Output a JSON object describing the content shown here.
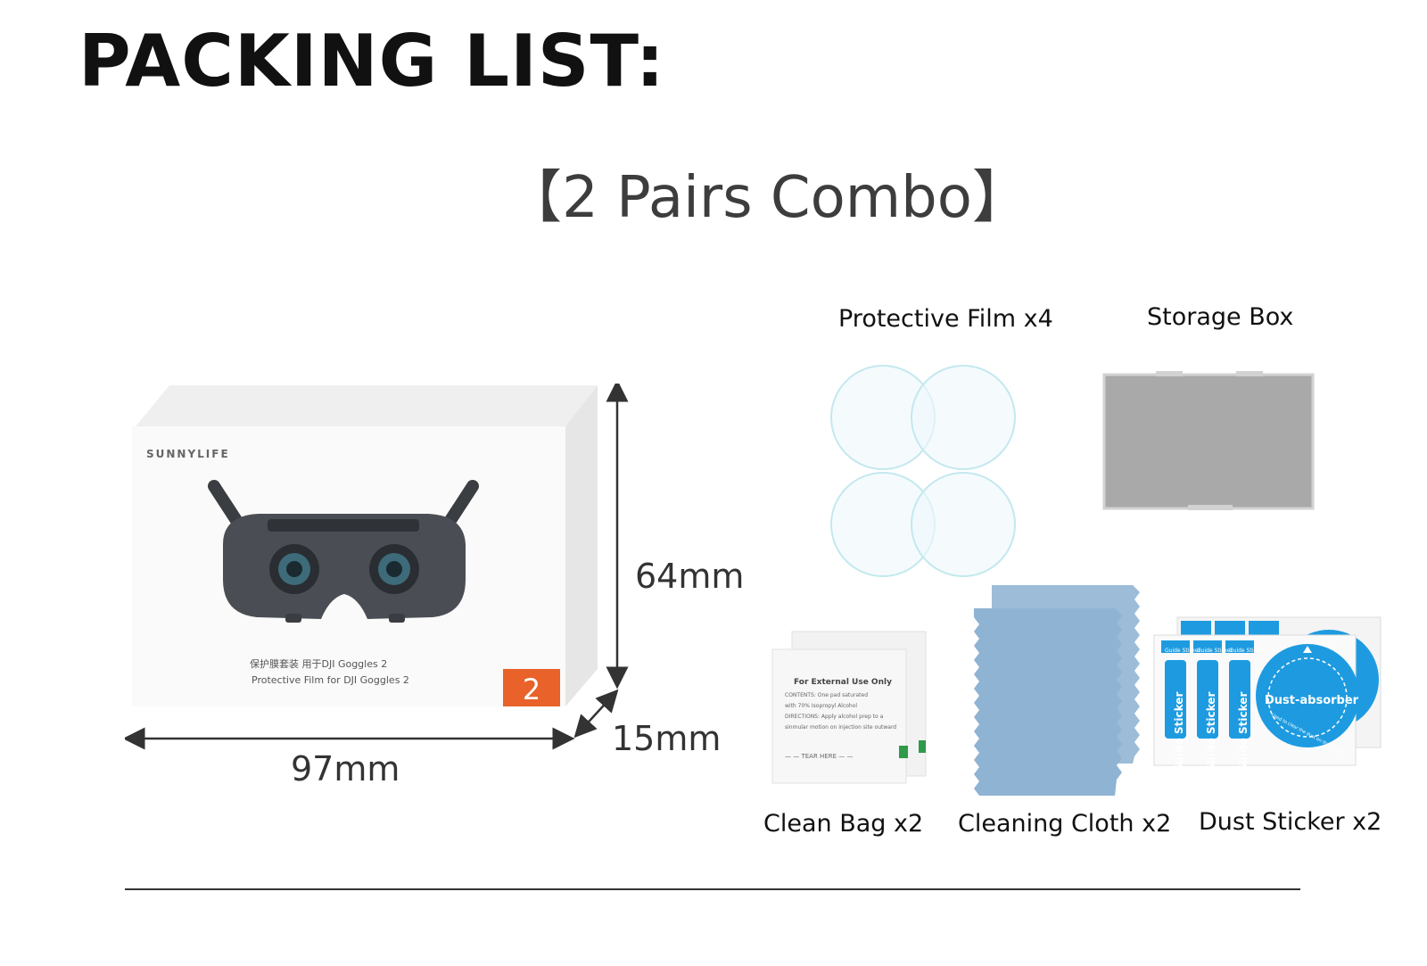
{
  "header": {
    "title": "PACKING LIST:",
    "combo": "【2 Pairs Combo】"
  },
  "package": {
    "brand": "SUNNYLIFE",
    "cn_text": "保护膜套装  用于DJI Goggles 2",
    "en_text": "Protective Film for DJI Goggles 2",
    "badge": "2",
    "width": "97mm",
    "height": "64mm",
    "depth": "15mm",
    "badge_color": "#e8622a"
  },
  "items": {
    "film": "Protective Film x4",
    "storage": "Storage Box",
    "clean_bag": "Clean Bag x2",
    "cloth": "Cleaning Cloth x2",
    "dust": "Dust Sticker x2"
  },
  "clean_bag": {
    "heading": "For External Use Only",
    "line1": "CONTENTS: One pad saturated",
    "line2": "with 70% Isopropyl Alcohol",
    "line3": "DIRECTIONS: Apply alcohol prep to a",
    "line4": "sinmular motion on injection site outward",
    "tear": "— — TEAR HERE — —"
  },
  "dust_sticker": {
    "guide_small": "Guide Sticker",
    "guide": "Guide Sticker",
    "absorber": "Dust-absorber",
    "absorber_sub": "Used to clear the dust on the screen"
  },
  "icons": {
    "goggles": "goggles-image",
    "arrow": "dimension-arrow"
  }
}
